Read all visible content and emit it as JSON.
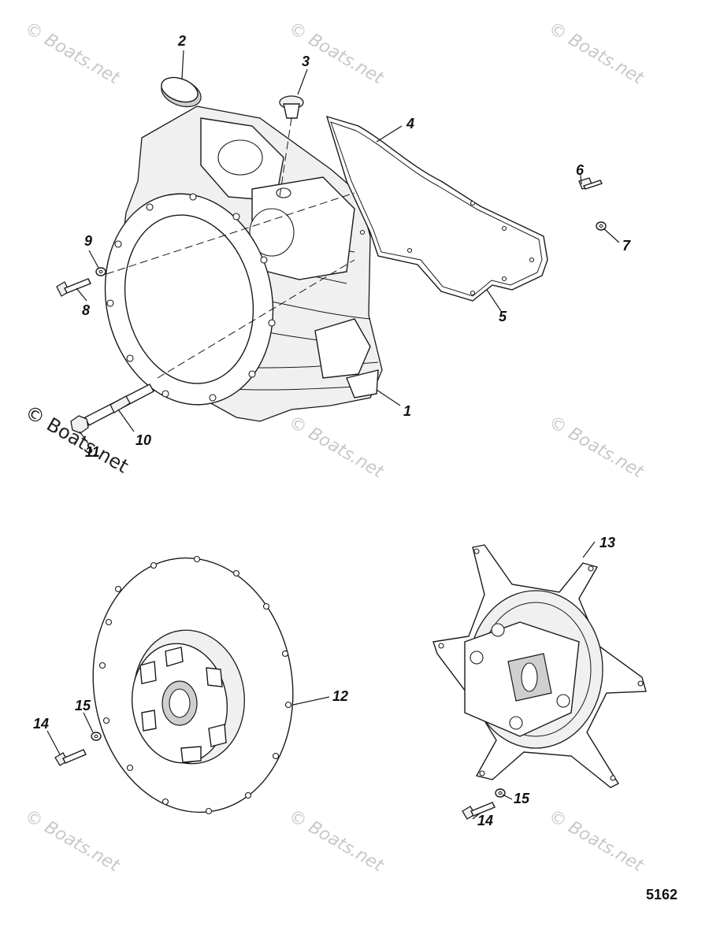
{
  "callouts": {
    "c1": "1",
    "c2": "2",
    "c3": "3",
    "c4": "4",
    "c5": "5",
    "c6": "6",
    "c7": "7",
    "c8": "8",
    "c9": "9",
    "c10": "10",
    "c11": "11",
    "c12": "12",
    "c13": "13",
    "c14a": "14",
    "c14b": "14",
    "c15a": "15",
    "c15b": "15"
  },
  "diagram_id": "5162",
  "watermark": {
    "faint": "© Boats.net",
    "dark": "© Boats.net"
  }
}
